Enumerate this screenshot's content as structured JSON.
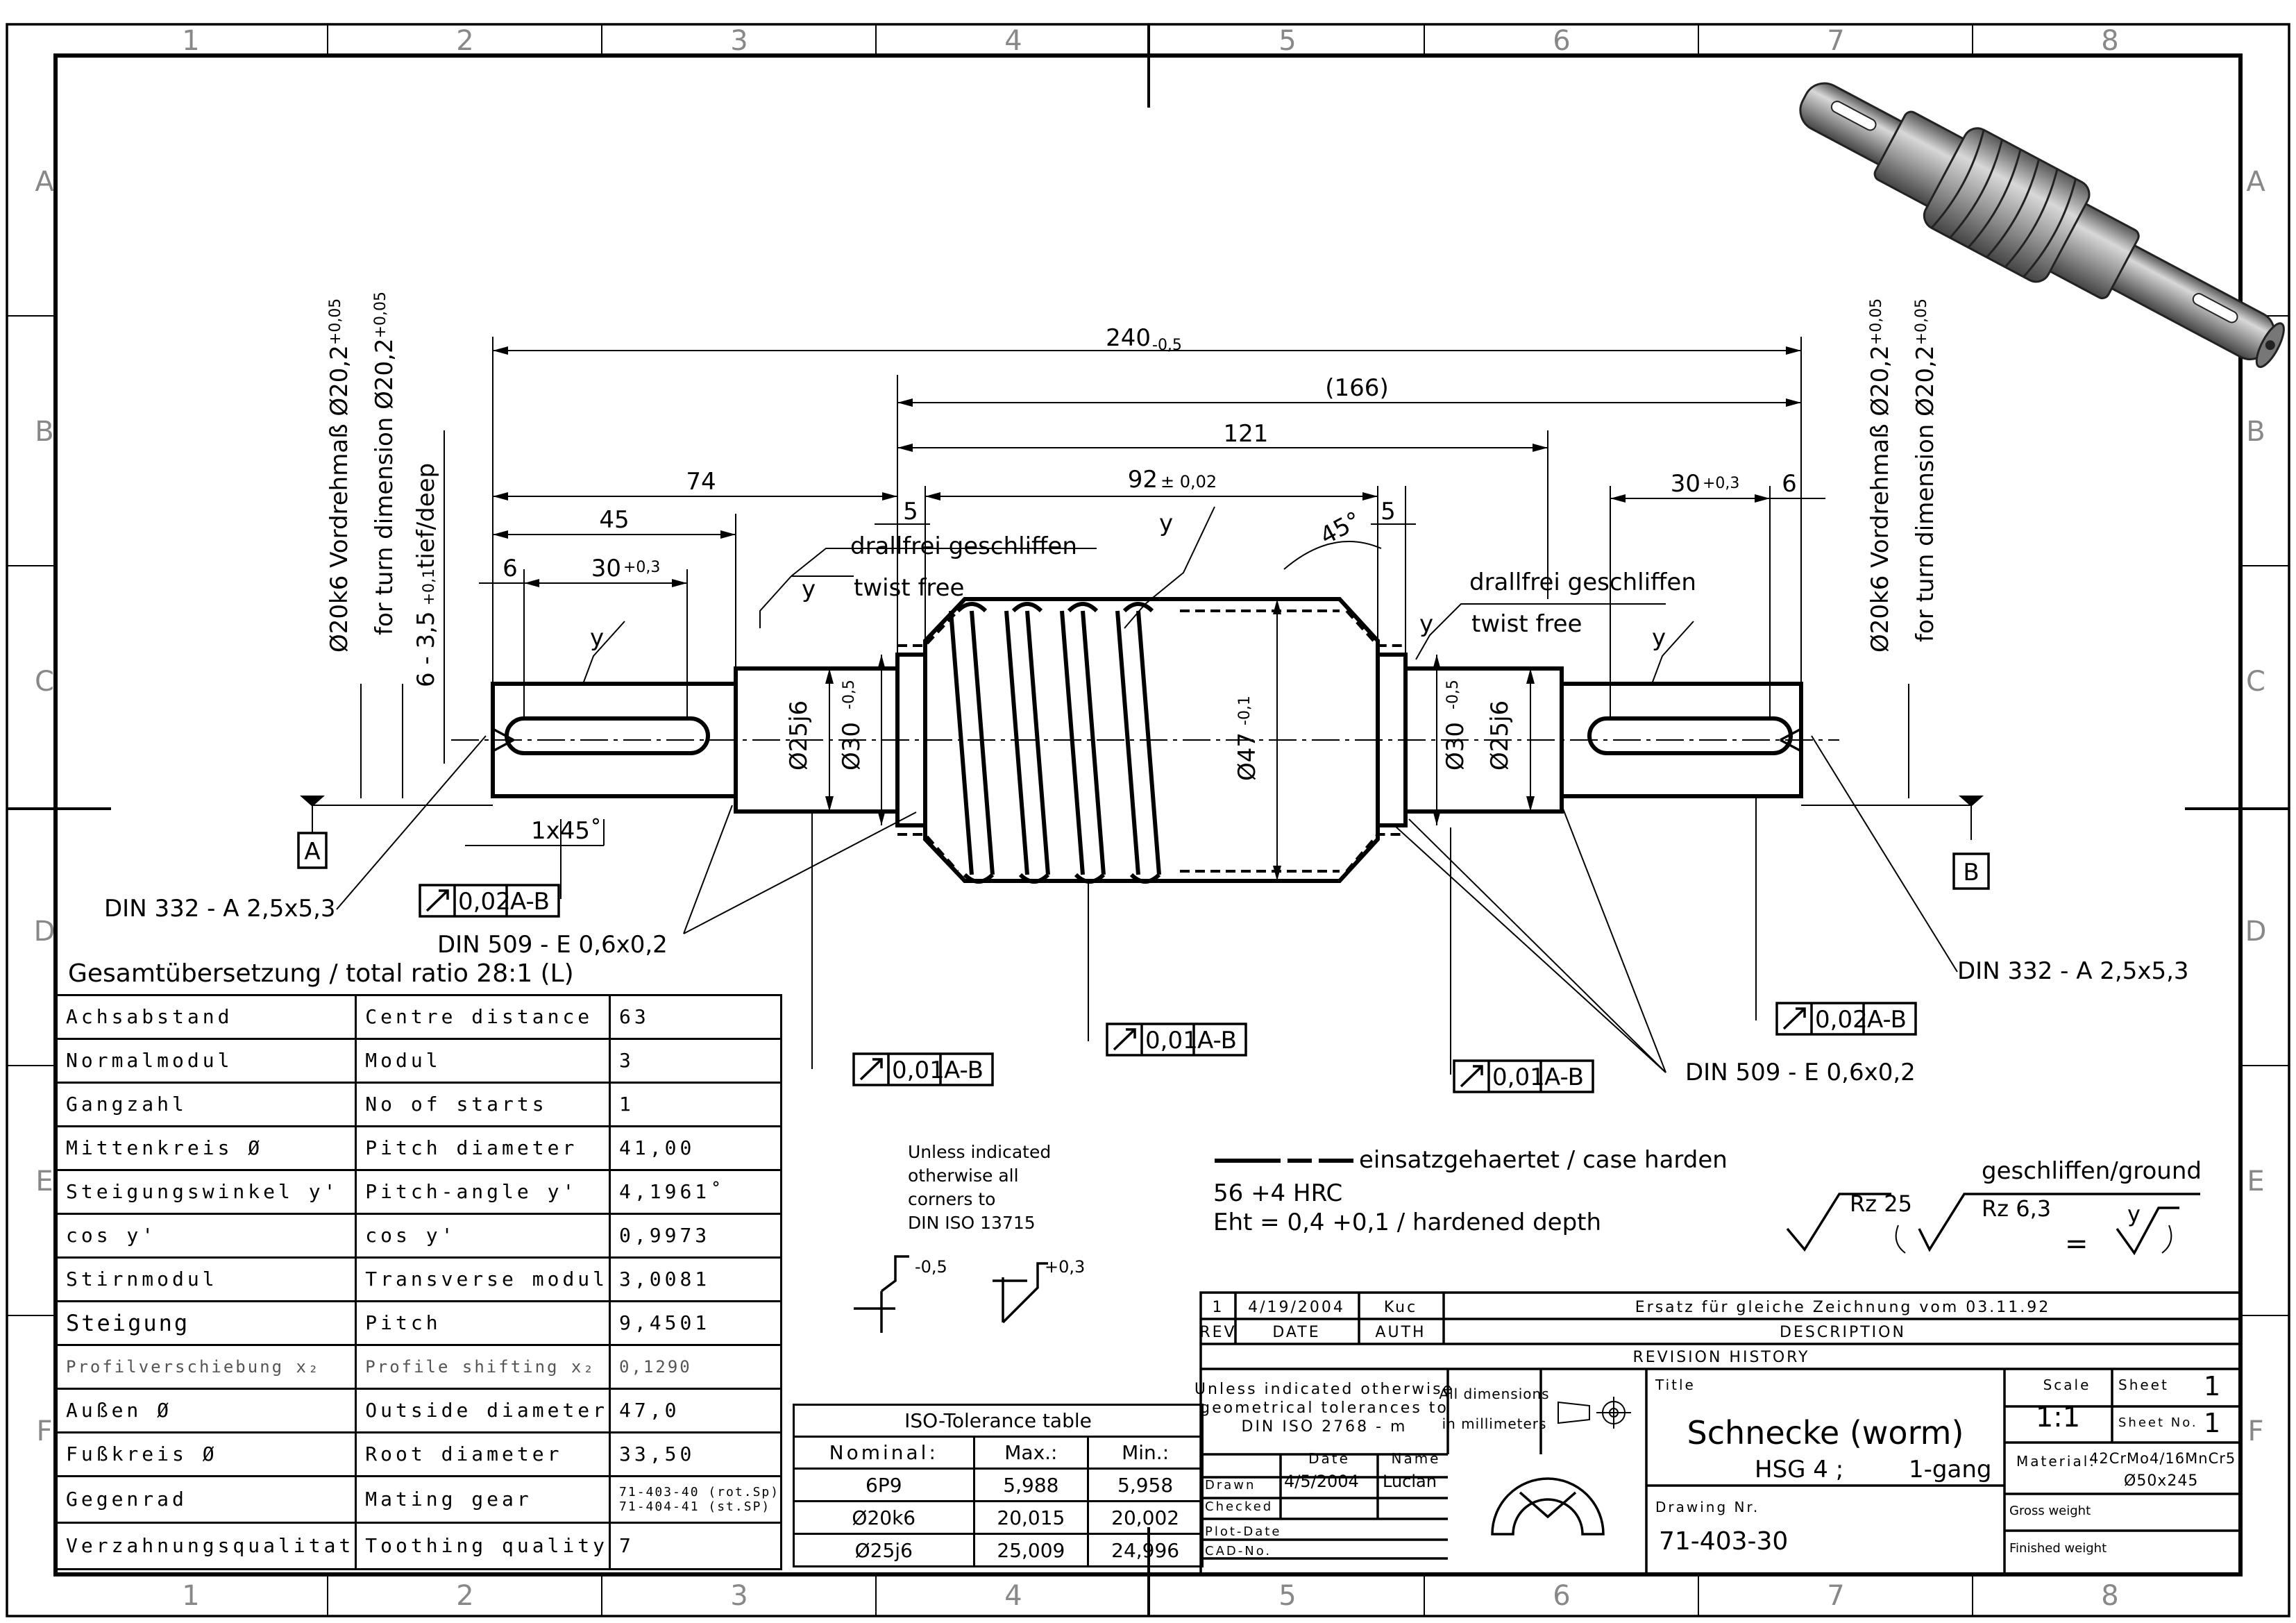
{
  "grid": {
    "cols": [
      "1",
      "2",
      "3",
      "4",
      "5",
      "6",
      "7",
      "8"
    ],
    "rows": [
      "A",
      "B",
      "C",
      "D",
      "E",
      "F"
    ]
  },
  "dims": {
    "overall": "240",
    "overall_tol": "-0,5",
    "d166": "(166)",
    "d121": "121",
    "d74": "74",
    "d92": "92",
    "d92_tol": "± 0,02",
    "d45": "45",
    "d6_left": "6",
    "d30_left": "30",
    "d30_tol": "+0,3",
    "d5_left": "5",
    "d5_right": "5",
    "d30_right": "30",
    "d6_right": "6",
    "angle45": "45°",
    "chamfer": "1x45˚",
    "dia25j6_left": "Ø25j6",
    "dia30_left": "Ø30",
    "dia30_tol": "-0,5",
    "dia47": "Ø47",
    "dia47_tol": "-0,1",
    "dia30_right": "Ø30",
    "dia25j6_right": "Ø25j6"
  },
  "vertical_notes": {
    "left_turn_de": "Ø20k6 Vordrehmaß Ø20,2",
    "left_turn_de_tol": "+0,05",
    "left_turn_en": "for turn dimension Ø20,2",
    "left_turn_en_tol": "+0,05",
    "key_depth": "6 - 3,5",
    "key_depth_tol": "+0,1",
    "key_depth_suffix": "tief/deep",
    "right_turn_de": "Ø20k6 Vordrehmaß Ø20,2",
    "right_turn_de_tol": "+0,05",
    "right_turn_en": "for turn dimension Ø20,2",
    "right_turn_en_tol": "+0,05"
  },
  "notes": {
    "drallfrei_left": "drallfrei geschliffen",
    "twist_free_left": "twist free",
    "drallfrei_right": "drallfrei geschliffen",
    "twist_free_right": "twist free",
    "y": "y",
    "datum_a": "A",
    "datum_b": "B",
    "din332_left": "DIN 332 - A 2,5x5,3",
    "din332_right": "DIN 332 - A 2,5x5,3",
    "din509_left": "DIN 509 - E 0,6x0,2",
    "din509_right": "DIN 509 - E 0,6x0,2",
    "runout_002": "0,02",
    "runout_001": "0,01",
    "ref_ab": "A-B",
    "case_harden": "einsatzgehaertet / case harden",
    "hrc": "56 +4 HRC",
    "eht": "Eht = 0,4 +0,1 / hardened depth",
    "ground": "geschliffen/ground",
    "rz25": "Rz 25",
    "rz63": "Rz 6,3",
    "equals": "=",
    "unless_l1": "Unless indicated",
    "unless_l2": "otherwise all",
    "unless_l3": "corners to",
    "unless_l4": "DIN ISO 13715",
    "corner_minus": "-0,5",
    "corner_plus": "+0,3"
  },
  "gear_table": {
    "title": "Gesamtübersetzung / total ratio 28:1 (L)",
    "rows": [
      {
        "de": "Achsabstand",
        "en": "Centre distance",
        "val": "63"
      },
      {
        "de": "Normalmodul",
        "en": "Modul",
        "val": "3"
      },
      {
        "de": "Gangzahl",
        "en": "No of starts",
        "val": "1"
      },
      {
        "de": "Mittenkreis Ø",
        "en": "Pitch diameter",
        "val": "41,00"
      },
      {
        "de": "Steigungswinkel y'",
        "en": "Pitch-angle y'",
        "val": "4,1961˚"
      },
      {
        "de": "cos y'",
        "en": "cos y'",
        "val": "0,9973"
      },
      {
        "de": "Stirnmodul",
        "en": "Transverse modul",
        "val": "3,0081"
      },
      {
        "de": "Steigung",
        "en": "Pitch",
        "val": "9,4501"
      },
      {
        "de": "Profilverschiebung x₂",
        "en": "Profile shifting x₂",
        "val": "0,1290"
      },
      {
        "de": "Außen Ø",
        "en": "Outside diameter",
        "val": "47,0"
      },
      {
        "de": "Fußkreis Ø",
        "en": "Root diameter",
        "val": "33,50"
      },
      {
        "de": "Gegenrad",
        "en": "Mating gear",
        "val": "71-403-40 (rot.Sp)",
        "val2": "71-404-41 (st.SP)"
      },
      {
        "de": "Verzahnungsqualitat",
        "en": "Toothing quality",
        "val": "7"
      }
    ]
  },
  "iso_table": {
    "title": "ISO-Tolerance table",
    "headers": [
      "Nominal:",
      "Max.:",
      "Min.:"
    ],
    "rows": [
      [
        "6P9",
        "5,988",
        "5,958"
      ],
      [
        "Ø20k6",
        "20,015",
        "20,002"
      ],
      [
        "Ø25j6",
        "25,009",
        "24,996"
      ]
    ]
  },
  "title_block": {
    "rev_no": "1",
    "rev_date": "4/19/2004",
    "rev_auth": "Kuc",
    "rev_desc": "Ersatz für gleiche Zeichnung vom 03.11.92",
    "h_rev": "REV",
    "h_date": "DATE",
    "h_auth": "AUTH",
    "h_desc": "DESCRIPTION",
    "rev_history": "REVISION HISTORY",
    "gen_tol_1": "Unless indicated otherwise",
    "gen_tol_2": "geometrical tolerances to",
    "gen_tol_3": "DIN ISO 2768 - m",
    "all_dims_1": "All dimensions",
    "all_dims_2": "in millimeters",
    "date_label": "Date",
    "name_label": "Name",
    "drawn_label": "Drawn",
    "drawn_date": "4/5/2004",
    "drawn_name": "Lucian",
    "checked_label": "Checked",
    "plotdate_label": "Plot-Date",
    "cadno_label": "CAD-No.",
    "title_label": "Title",
    "title_1": "Schnecke (worm)",
    "title_2": "HSG 4 ;",
    "title_3": "1-gang",
    "drawing_nr_label": "Drawing Nr.",
    "drawing_nr": "71-403-30",
    "scale_label": "Scale",
    "scale": "1:1",
    "sheet_label": "Sheet",
    "sheet": "1",
    "sheet_no_label": "Sheet No.",
    "sheet_no": "1",
    "material_label": "Material:",
    "material": "42CrMo4/16MnCr5",
    "stock": "Ø50x245",
    "gross_label": "Gross weight",
    "finished_label": "Finished weight"
  }
}
